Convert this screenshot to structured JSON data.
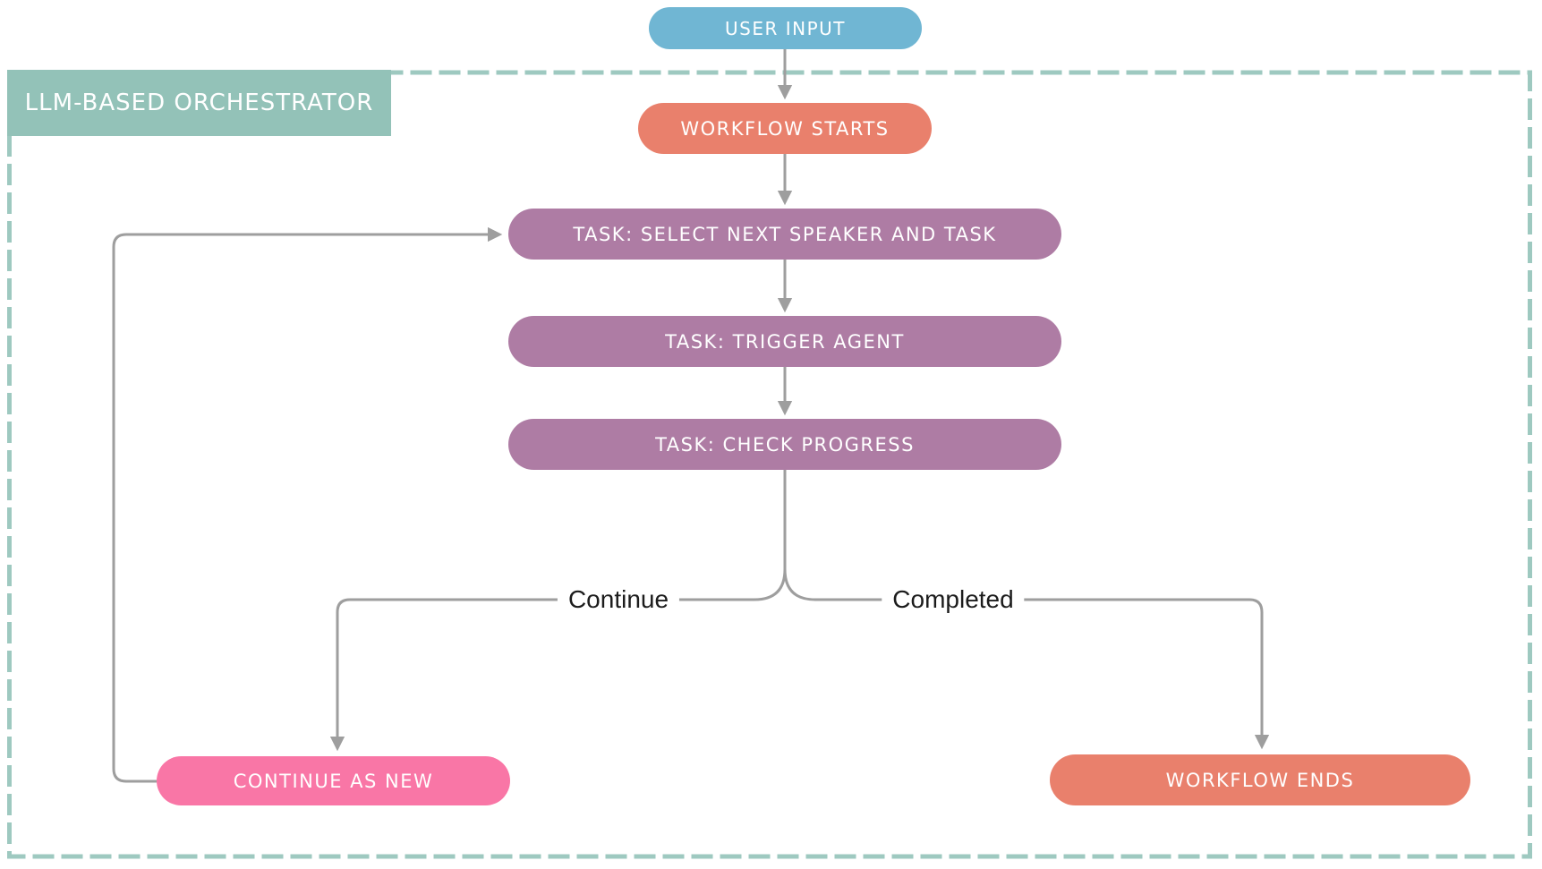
{
  "diagram": {
    "group": {
      "label": "LLM-BASED ORCHESTRATOR"
    },
    "nodes": {
      "user_input": "USER INPUT",
      "workflow_starts": "WORKFLOW STARTS",
      "task_select": "TASK: SELECT NEXT SPEAKER AND TASK",
      "task_trigger": "TASK: TRIGGER AGENT",
      "task_check": "TASK: CHECK PROGRESS",
      "continue_as_new": "CONTINUE AS NEW",
      "workflow_ends": "WORKFLOW ENDS"
    },
    "edge_labels": {
      "continue": "Continue",
      "completed": "Completed"
    },
    "colors": {
      "node_blue": "#70b6d3",
      "node_coral": "#e9806c",
      "node_purple": "#ae7ca4",
      "node_pink": "#f976a6",
      "group_border_teal": "#9ec9c0",
      "group_label_teal": "#93c2b8",
      "connector_gray": "#9e9e9e",
      "edge_label_text": "#1c1c1c",
      "node_text": "#ffffff"
    }
  }
}
